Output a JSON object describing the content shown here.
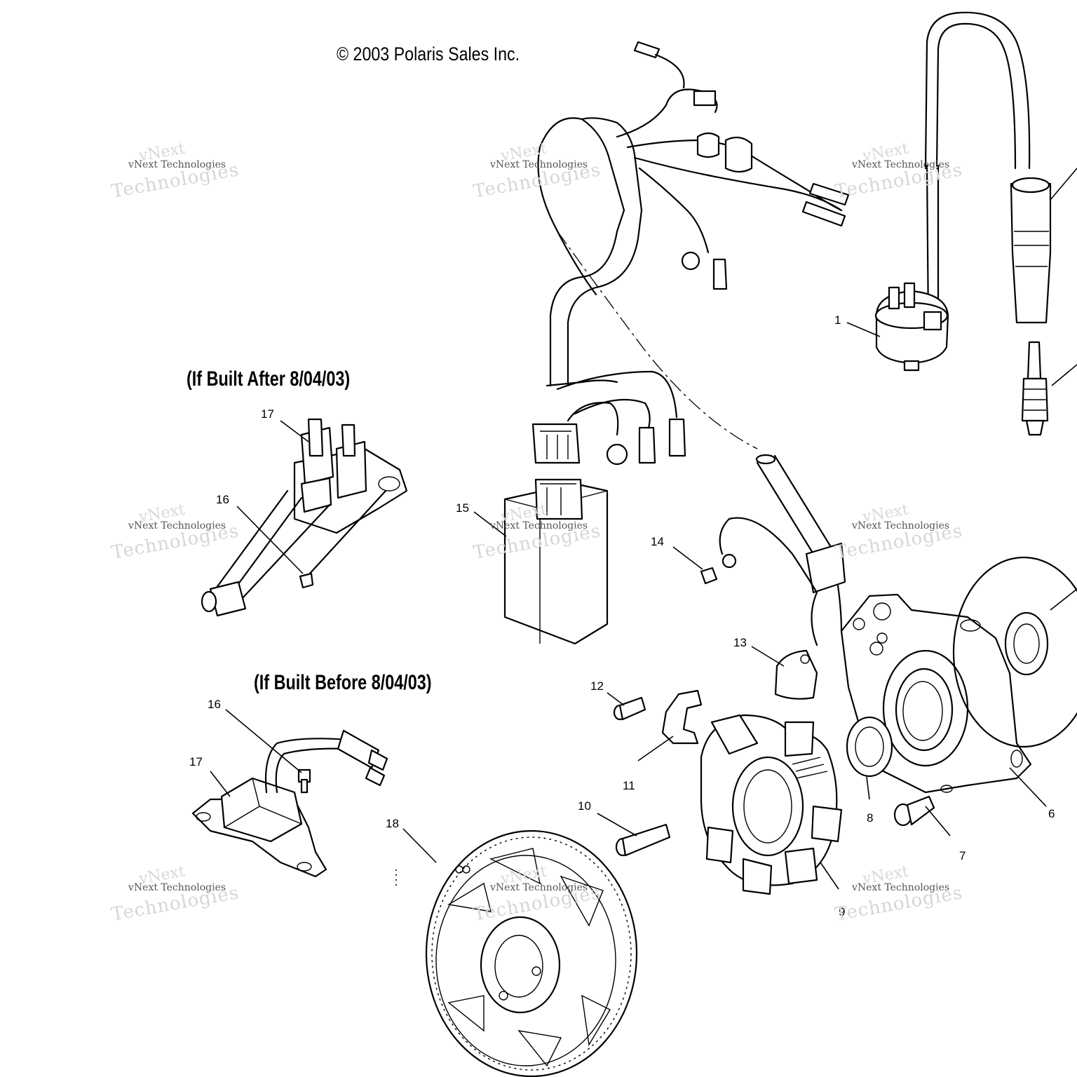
{
  "copyright": "© 2003 Polaris Sales Inc.",
  "headings": {
    "after": "(If Built After 8/04/03)",
    "before": "(If Built Before 8/04/03)"
  },
  "watermark": {
    "line1": "vNext",
    "line2": "vNext Technologies",
    "line3": "Technologies"
  },
  "callouts": [
    "1",
    "6",
    "7",
    "8",
    "9",
    "10",
    "11",
    "12",
    "13",
    "14",
    "15",
    "16",
    "17",
    "16",
    "17",
    "18"
  ]
}
